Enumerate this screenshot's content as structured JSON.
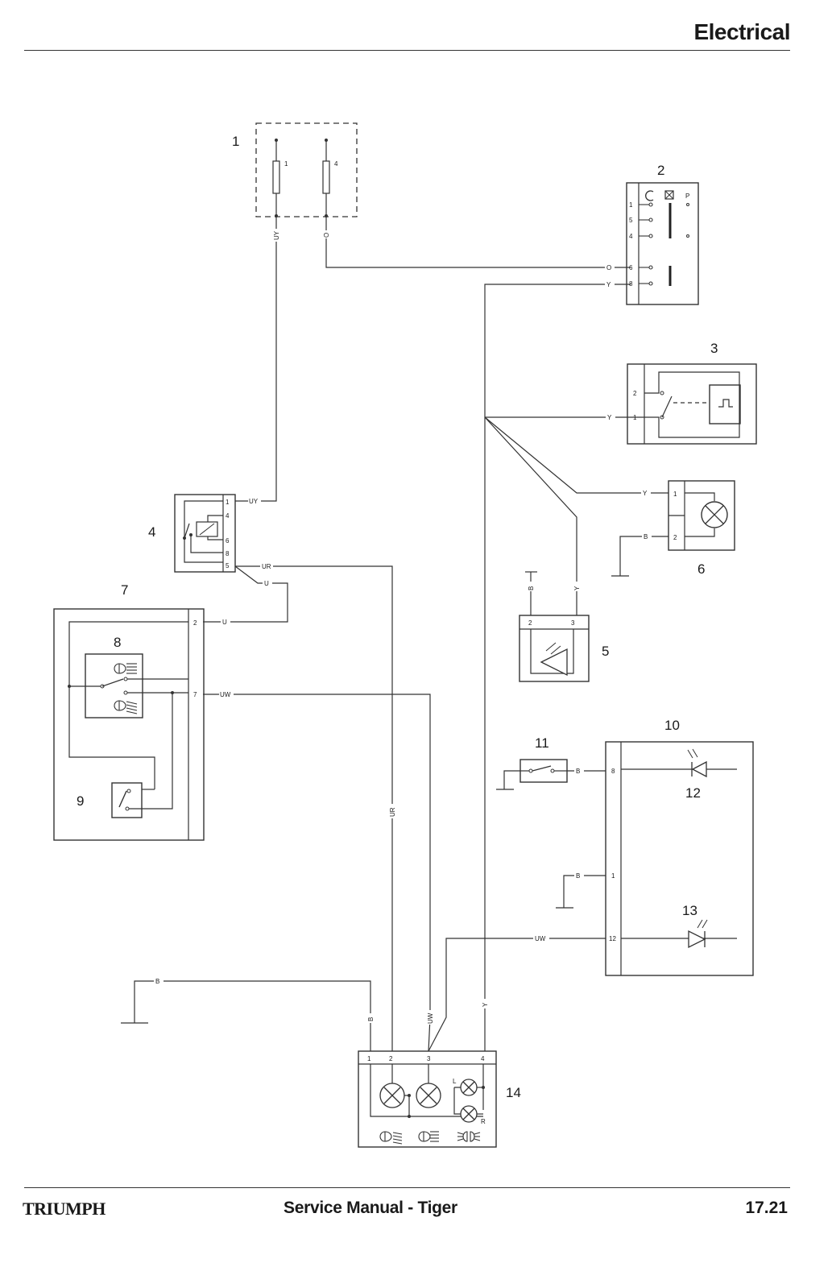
{
  "header": {
    "title": "Electrical"
  },
  "footer": {
    "brand": "TRIUMPH",
    "manual_title": "Service Manual - Tiger",
    "page_number": "17.21"
  },
  "wire_colors": {
    "UY": "UY",
    "O": "O",
    "Y": "Y",
    "UR": "UR",
    "U": "U",
    "UW": "UW",
    "B": "B"
  },
  "components": [
    {
      "id": "1",
      "pins": [
        "1",
        "4"
      ]
    },
    {
      "id": "2",
      "pins": [
        "1",
        "5",
        "4",
        "6",
        "8"
      ],
      "symbols": [
        "P"
      ]
    },
    {
      "id": "3",
      "pins": [
        "2",
        "1"
      ]
    },
    {
      "id": "4",
      "pins": [
        "1",
        "4",
        "6",
        "8",
        "5"
      ]
    },
    {
      "id": "5",
      "pins": [
        "2",
        "3"
      ]
    },
    {
      "id": "6",
      "pins": [
        "1",
        "2"
      ]
    },
    {
      "id": "7",
      "pins": [
        "2",
        "7"
      ]
    },
    {
      "id": "8"
    },
    {
      "id": "9"
    },
    {
      "id": "10",
      "pins": [
        "8",
        "1",
        "12"
      ]
    },
    {
      "id": "11"
    },
    {
      "id": "12"
    },
    {
      "id": "13"
    },
    {
      "id": "14",
      "pins": [
        "1",
        "2",
        "3",
        "4"
      ],
      "symbols": [
        "L",
        "R"
      ]
    }
  ]
}
